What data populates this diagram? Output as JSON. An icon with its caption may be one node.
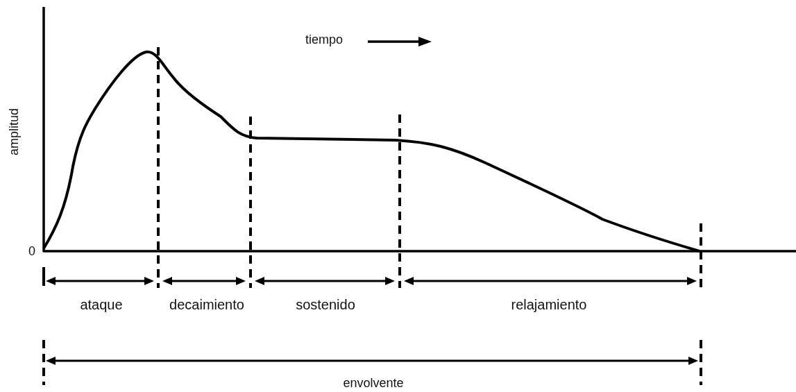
{
  "diagram": {
    "labels": [
      "tiempo",
      "amplitud",
      "0",
      "ataque",
      "decaimiento",
      "sostenido",
      "relajamiento",
      "envolvente"
    ]
  }
}
